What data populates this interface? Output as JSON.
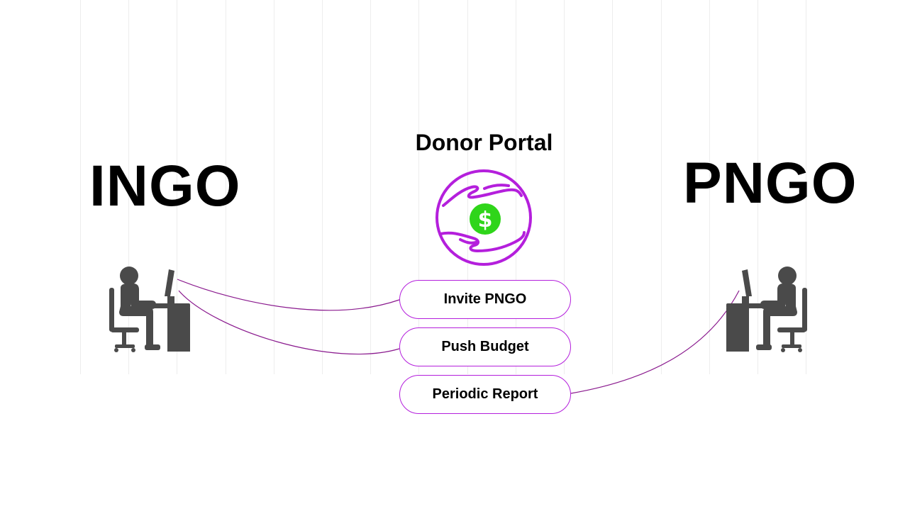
{
  "diagram": {
    "left_entity": "INGO",
    "right_entity": "PNGO",
    "portal_title": "Donor Portal",
    "actions": [
      {
        "label": "Invite PNGO",
        "from": "INGO"
      },
      {
        "label": "Push Budget",
        "from": "INGO"
      },
      {
        "label": "Periodic Report",
        "from": "PNGO"
      }
    ]
  },
  "colors": {
    "accent": "#b41fdc",
    "connector": "#8a1a8e",
    "figure": "#4a4a4a",
    "dollar": "#2fd51a",
    "gridline": "#ededed"
  },
  "icons": {
    "left_figure": "person-at-computer-icon",
    "right_figure": "person-at-computer-icon",
    "portal_logo": "hands-holding-dollar-icon"
  }
}
